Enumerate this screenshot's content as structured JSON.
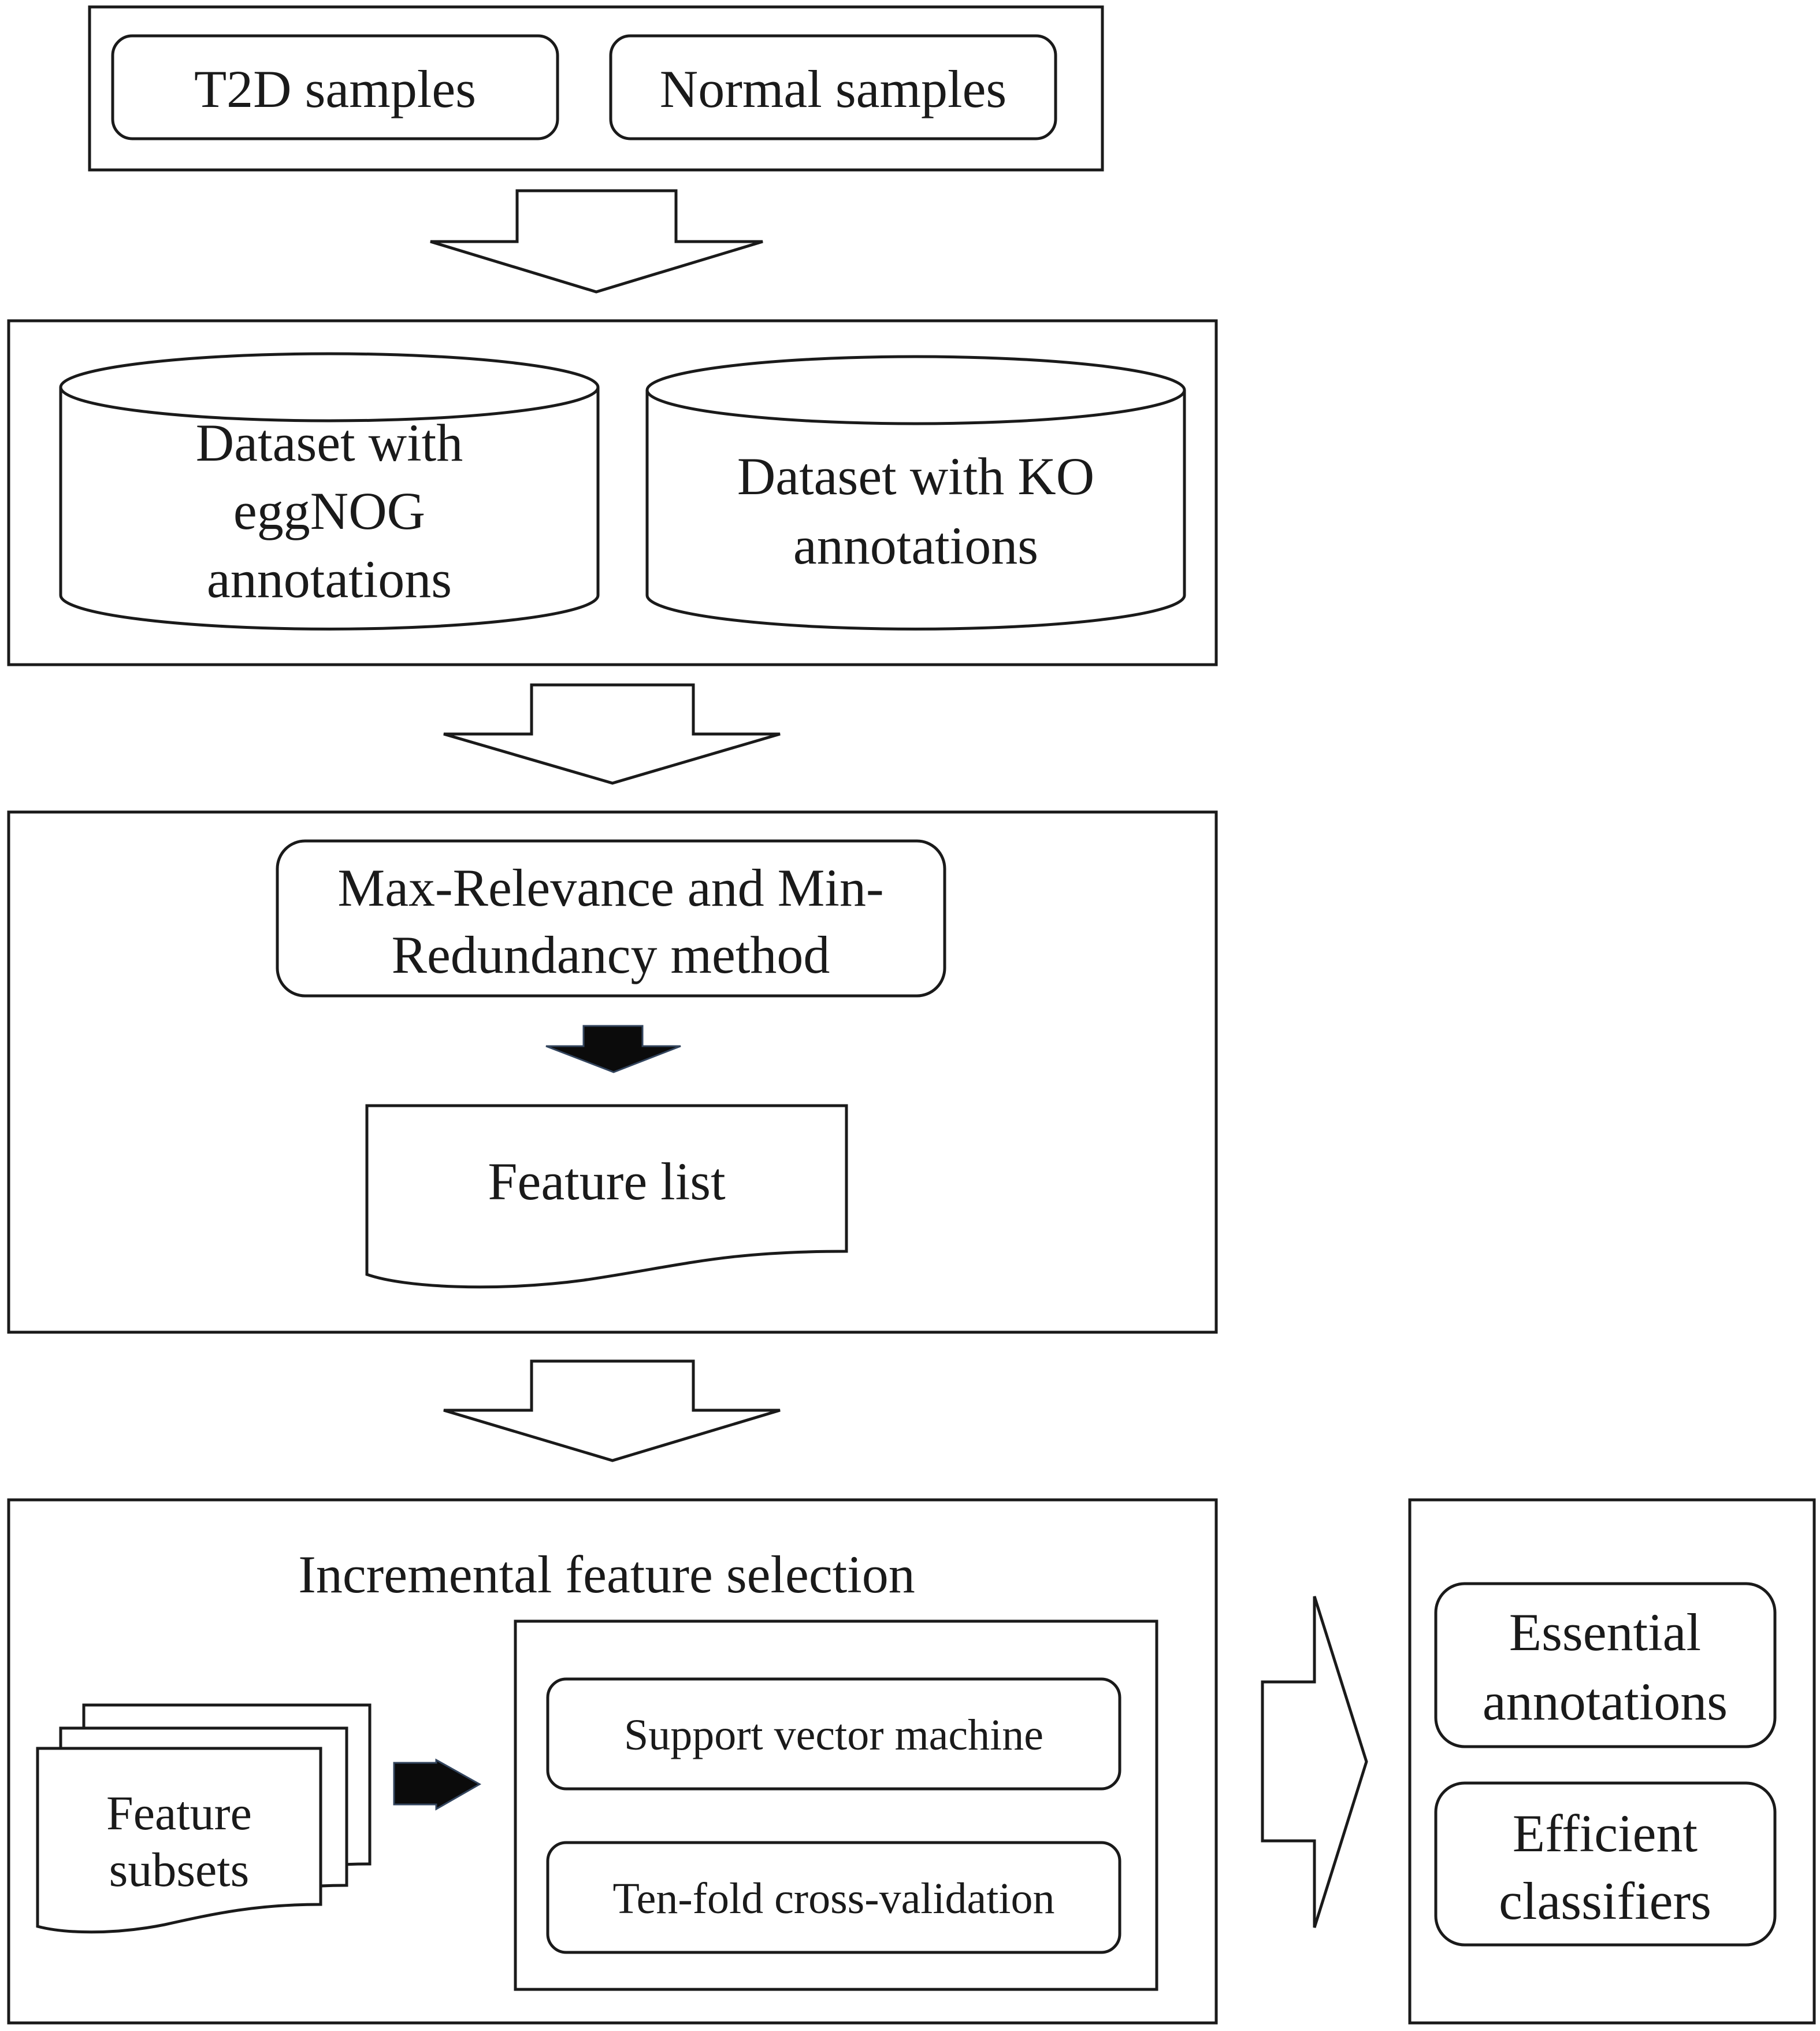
{
  "samples": {
    "t2d": "T2D samples",
    "normal": "Normal samples"
  },
  "datasets": {
    "eggnog": [
      "Dataset with",
      "eggNOG",
      "annotations"
    ],
    "ko": [
      "Dataset with KO",
      "annotations"
    ]
  },
  "mrmr": {
    "method": [
      "Max-Relevance and Min-",
      "Redundancy method"
    ],
    "feature_list": "Feature list"
  },
  "ifs": {
    "title": "Incremental feature selection",
    "feature_subsets": [
      "Feature",
      "subsets"
    ],
    "svm": "Support vector machine",
    "cv": "Ten-fold cross-validation"
  },
  "results": {
    "essential": [
      "Essential",
      "annotations"
    ],
    "classifiers": [
      "Efficient",
      "classifiers"
    ]
  }
}
